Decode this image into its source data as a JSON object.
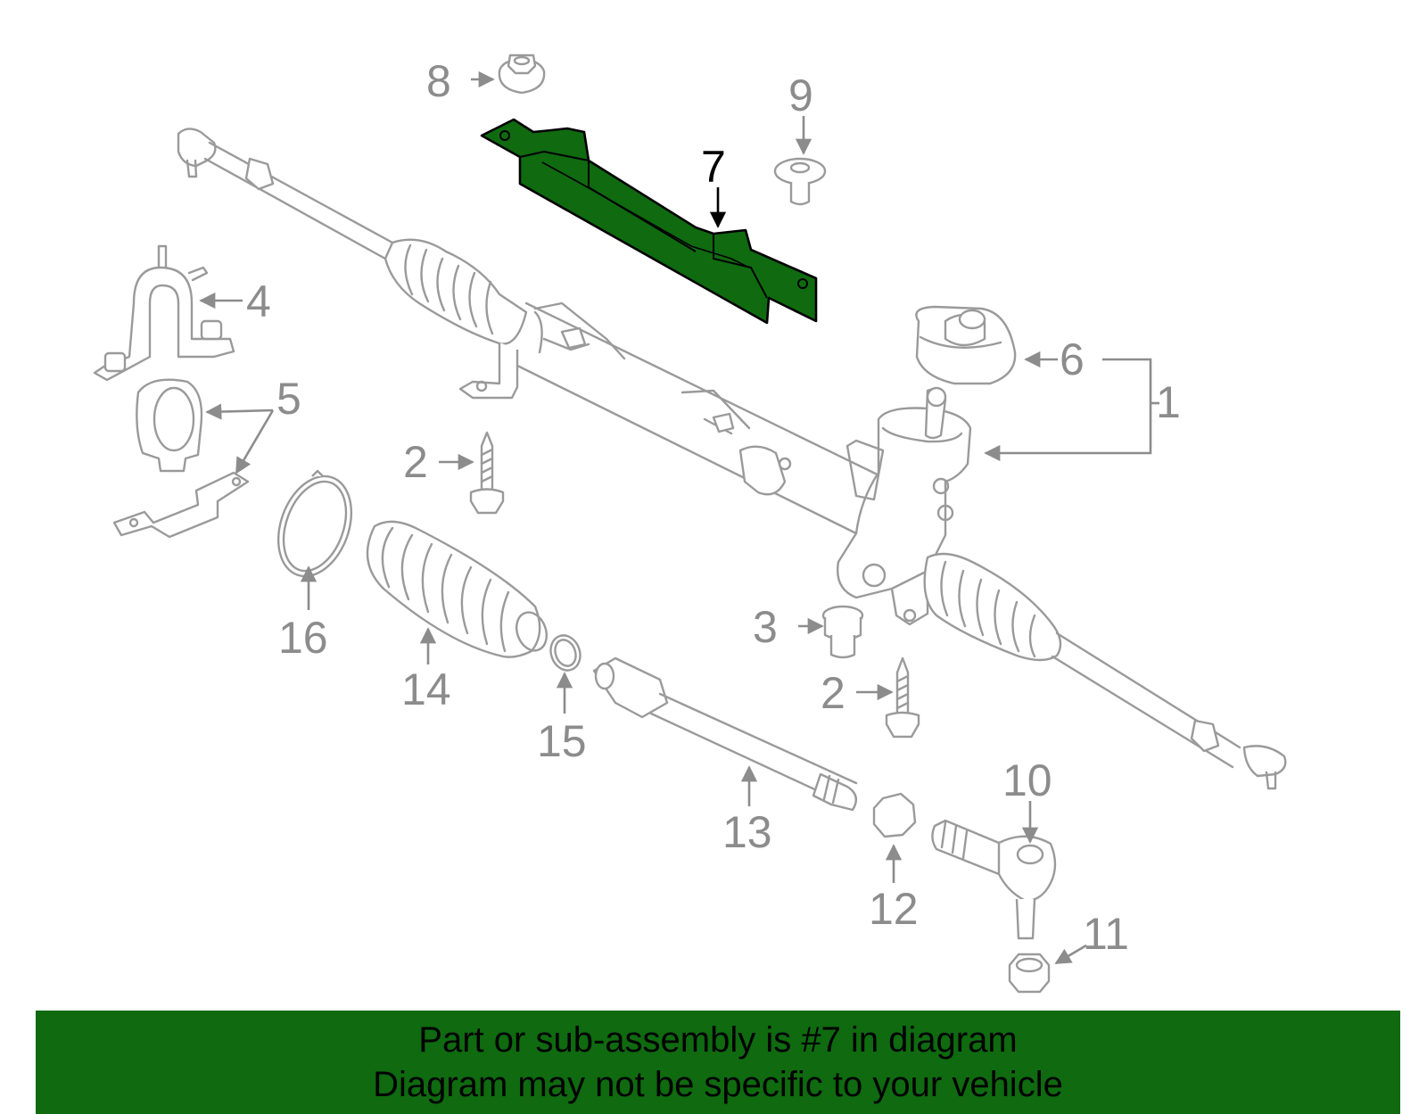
{
  "callouts": {
    "c1": "1",
    "c2a": "2",
    "c2b": "2",
    "c3": "3",
    "c4": "4",
    "c5": "5",
    "c6": "6",
    "c7": "7",
    "c8": "8",
    "c9": "9",
    "c10": "10",
    "c11": "11",
    "c12": "12",
    "c13": "13",
    "c14": "14",
    "c15": "15",
    "c16": "16"
  },
  "highlight": {
    "part_number": "7",
    "color": "#0f6a10"
  },
  "banner": {
    "line1": "Part or sub-assembly is #7 in diagram",
    "line2": "Diagram may not be specific to your vehicle",
    "background": "#0f6a10"
  }
}
